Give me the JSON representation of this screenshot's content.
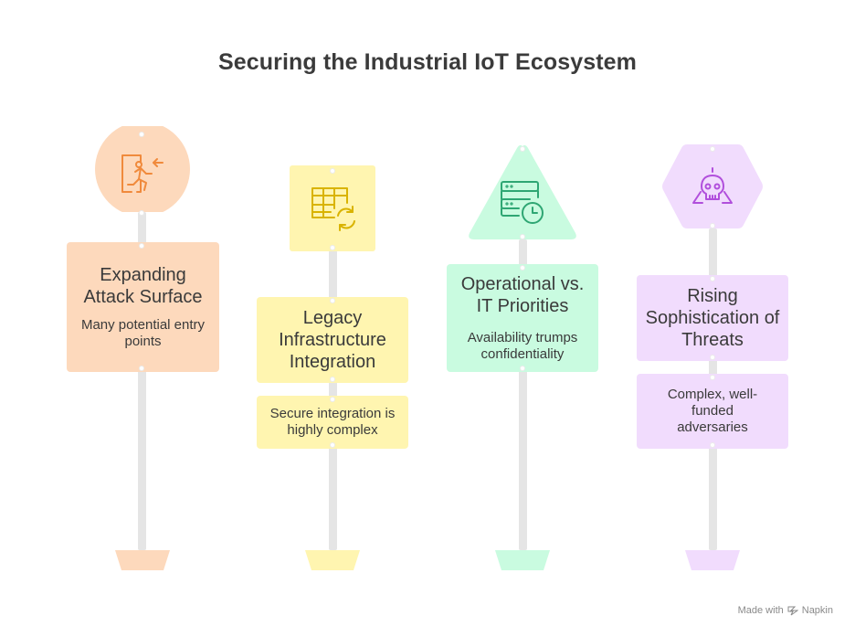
{
  "title": "Securing the Industrial IoT Ecosystem",
  "columns": [
    {
      "heading": "Expanding Attack Surface",
      "description": "Many potential entry points",
      "icon": "entry-door-runner-icon",
      "shape": "circle",
      "color": "#fdd9bc",
      "stroke": "#f08a3c"
    },
    {
      "heading": "Legacy Infrastructure Integration",
      "description": "Secure integration is highly complex",
      "icon": "table-sync-icon",
      "shape": "square",
      "color": "#fff5b0",
      "stroke": "#d9b300"
    },
    {
      "heading": "Operational vs. IT Priorities",
      "description": "Availability trumps confidentiality",
      "icon": "server-clock-icon",
      "shape": "triangle",
      "color": "#c9fbe0",
      "stroke": "#2ea673"
    },
    {
      "heading": "Rising Sophistication of Threats",
      "description": "Complex, well-funded adversaries",
      "icon": "skull-warning-icon",
      "shape": "hexagon",
      "color": "#f1dcfd",
      "stroke": "#b14fdc"
    }
  ],
  "footer": {
    "made_with": "Made with",
    "brand": "Napkin"
  }
}
